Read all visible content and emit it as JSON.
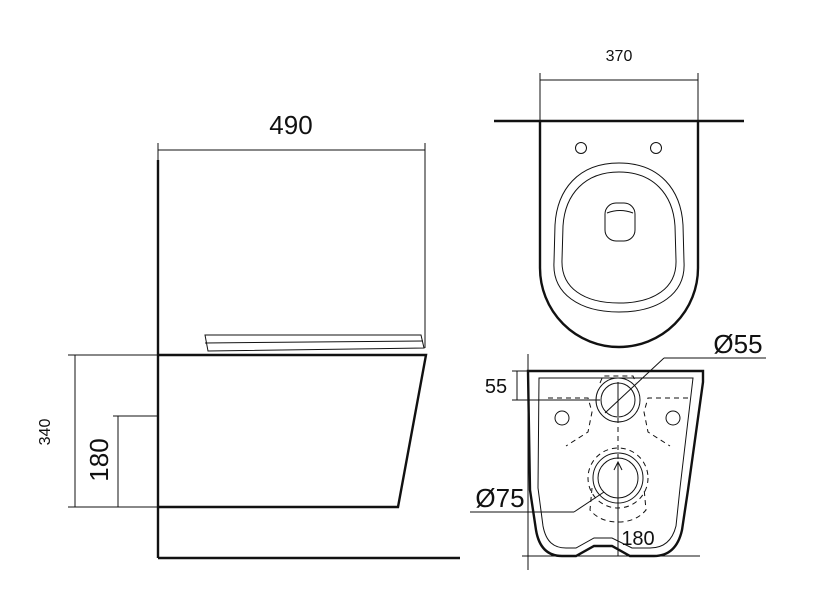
{
  "dimensions": {
    "side_length": "490",
    "side_total_height": "340",
    "side_inlet_height": "180",
    "top_width": "370",
    "rear_top_offset": "55",
    "rear_upper_diameter": "Ø55",
    "rear_lower_diameter": "Ø75",
    "rear_lower_height": "180"
  },
  "colors": {
    "line": "#111111",
    "background": "#ffffff"
  }
}
